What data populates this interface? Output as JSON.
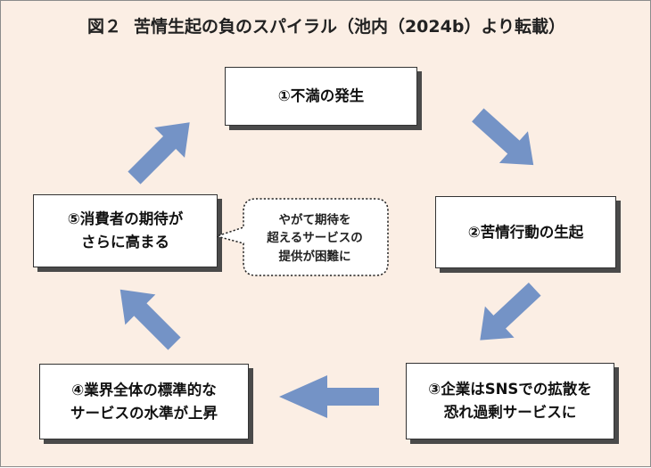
{
  "title": {
    "figure_label": "図２",
    "text": "苦情生起の負のスパイラル（池内（2024b）より転載）"
  },
  "nodes": [
    {
      "id": "n1",
      "lines": [
        "①不満の発生"
      ]
    },
    {
      "id": "n2",
      "lines": [
        "②苦情行動の生起"
      ]
    },
    {
      "id": "n3",
      "lines": [
        "③企業はSNSでの拡散を",
        "恐れ過剰サービスに"
      ]
    },
    {
      "id": "n4",
      "lines": [
        "④業界全体の標準的な",
        "サービスの水準が上昇"
      ]
    },
    {
      "id": "n5",
      "lines": [
        "⑤消費者の期待が",
        "さらに高まる"
      ]
    }
  ],
  "callout": {
    "lines": [
      "やがて期待を",
      "超えるサービスの",
      "提供が困難に"
    ]
  },
  "colors": {
    "background": "#fbeee4",
    "arrow": "#7493c6",
    "box_shadow": "#4a4a4a"
  }
}
